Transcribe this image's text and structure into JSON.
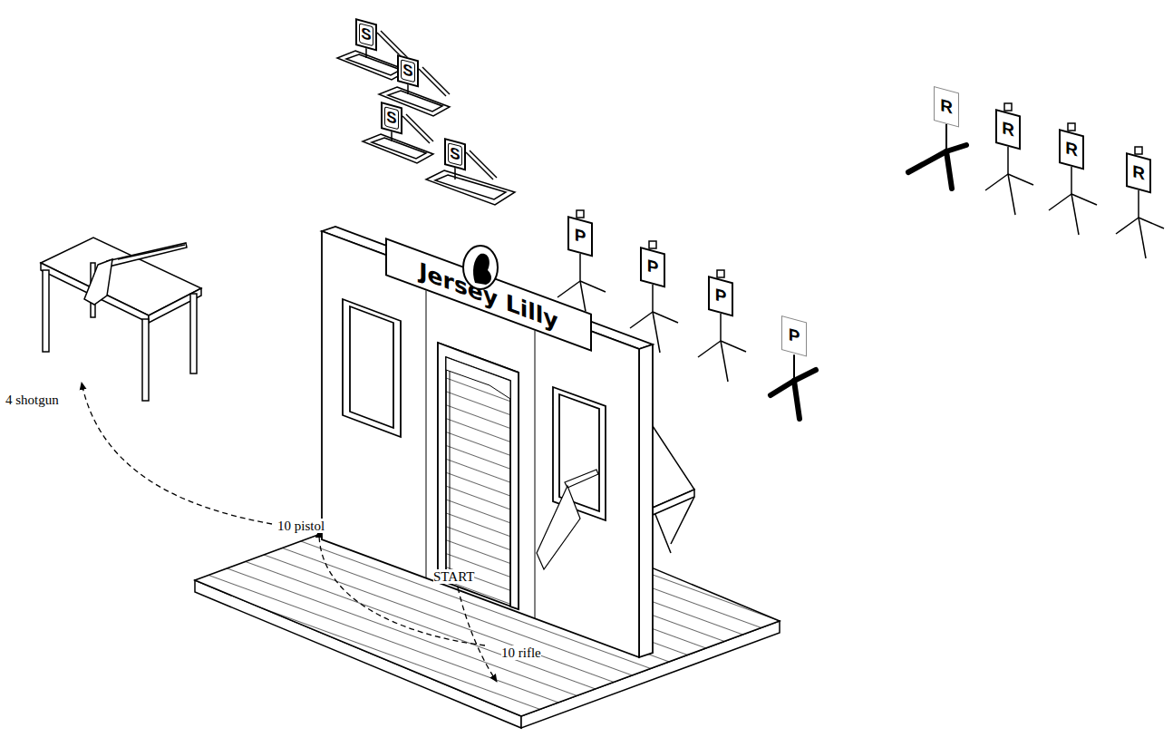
{
  "diagram": {
    "nodes": [
      {
        "text": [
          "S"
        ]
      },
      {
        "text": [
          "S"
        ]
      },
      {
        "text": [
          "S"
        ]
      },
      {
        "text": [
          "S"
        ]
      },
      {
        "text": [
          "Jersey Lilly"
        ]
      },
      {
        "text": [
          "P"
        ]
      },
      {
        "text": [
          "P"
        ]
      },
      {
        "text": [
          "P"
        ]
      },
      {
        "text": [
          "P"
        ]
      },
      {
        "text": [
          "R"
        ]
      },
      {
        "text": [
          "R"
        ]
      },
      {
        "text": [
          "R"
        ]
      },
      {
        "text": [
          "R"
        ]
      }
    ],
    "labels": [
      "4 shotgun",
      "10 pistol",
      "START",
      "10 rifle"
    ]
  }
}
